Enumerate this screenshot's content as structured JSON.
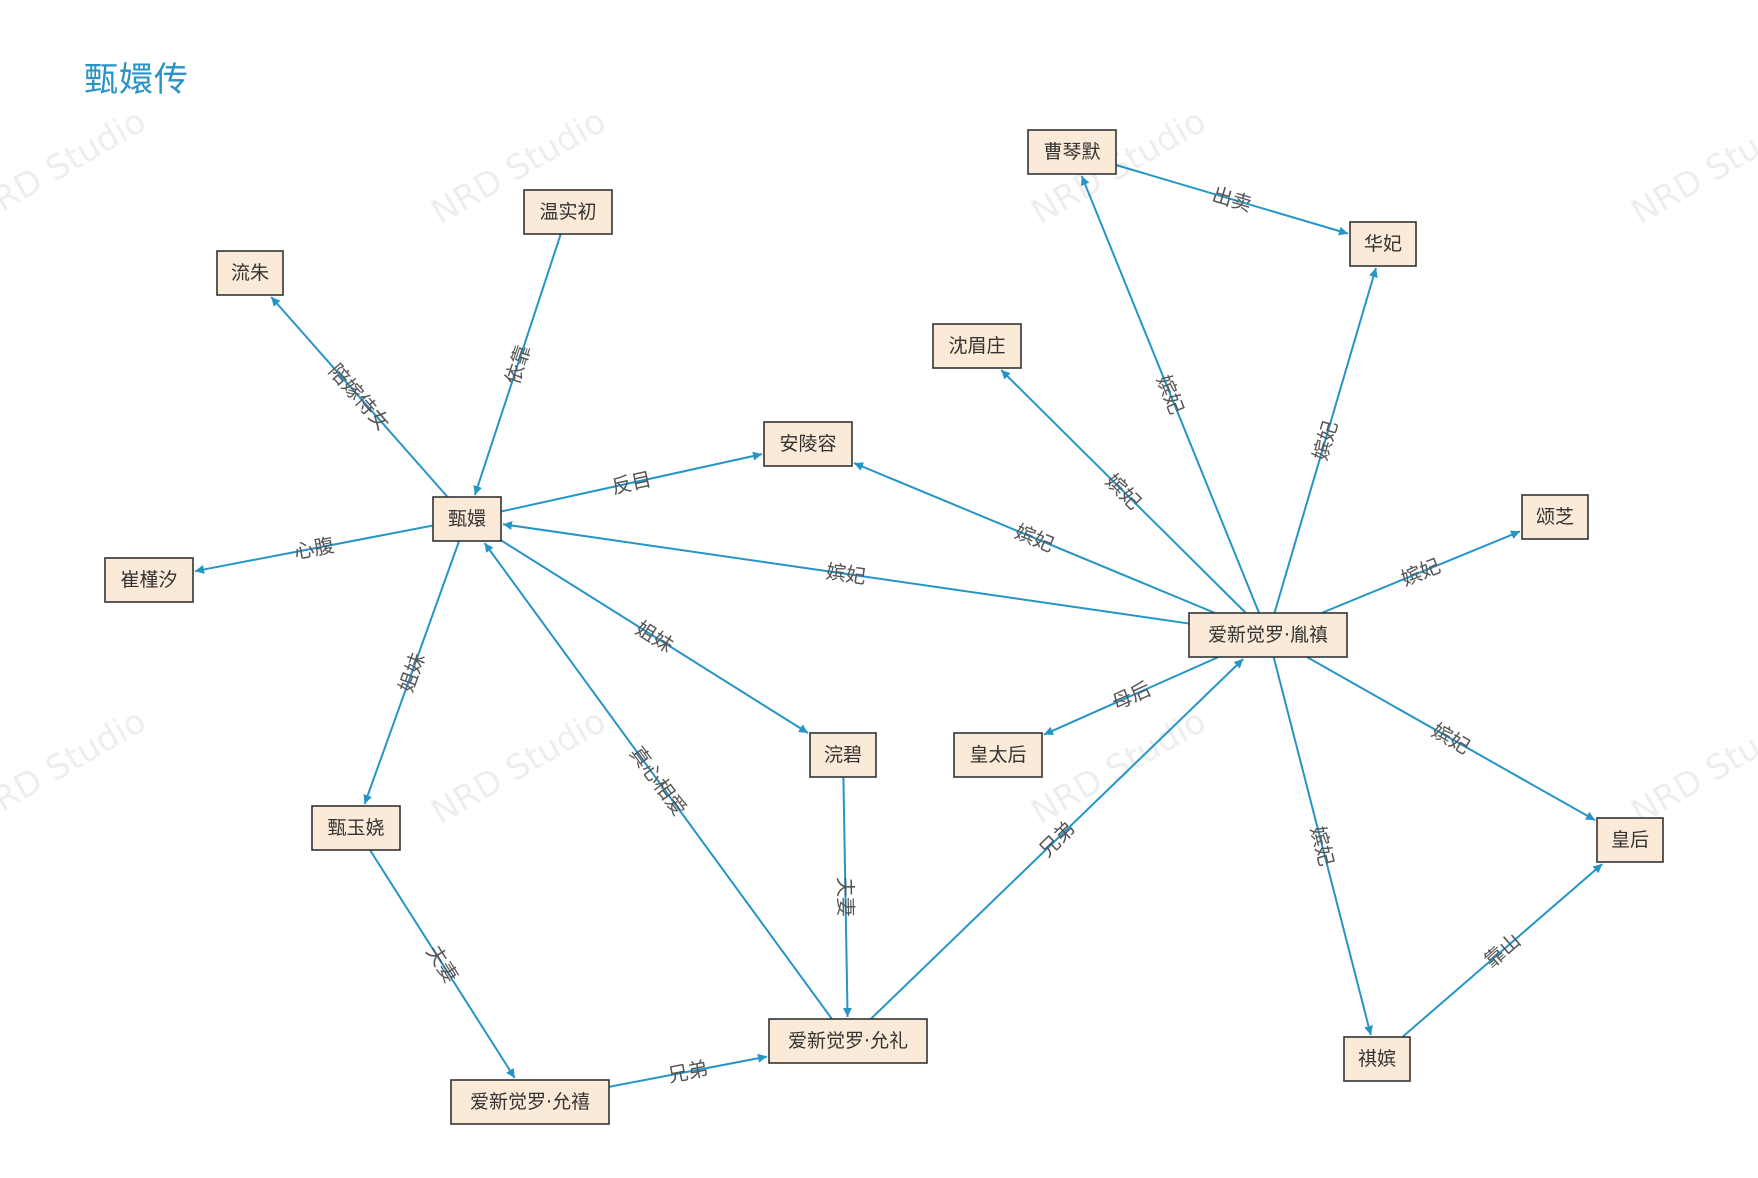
{
  "title": "甄嬛传",
  "watermark": "NRD Studio",
  "colors": {
    "edge": "#2495c6",
    "node_fill": "#fbead8",
    "node_border": "#333333",
    "title": "#2a93c6"
  },
  "nodes": [
    {
      "id": "zhenhuan",
      "label": "甄嬛"
    },
    {
      "id": "wenshichu",
      "label": "温实初"
    },
    {
      "id": "liuzhu",
      "label": "流朱"
    },
    {
      "id": "cuijinxi",
      "label": "崔槿汐"
    },
    {
      "id": "anlingrong",
      "label": "安陵容"
    },
    {
      "id": "zhenyurao",
      "label": "甄玉娆"
    },
    {
      "id": "huanbi",
      "label": "浣碧"
    },
    {
      "id": "yunxi",
      "label": "爱新觉罗·允禧"
    },
    {
      "id": "yunli",
      "label": "爱新觉罗·允礼"
    },
    {
      "id": "caoqinmo",
      "label": "曹琴默"
    },
    {
      "id": "huafei",
      "label": "华妃"
    },
    {
      "id": "shenmeizhuang",
      "label": "沈眉庄"
    },
    {
      "id": "yinzhen",
      "label": "爱新觉罗·胤禛"
    },
    {
      "id": "songzhi",
      "label": "颂芝"
    },
    {
      "id": "huangtaihou",
      "label": "皇太后"
    },
    {
      "id": "huanghou",
      "label": "皇后"
    },
    {
      "id": "qipin",
      "label": "祺嫔"
    }
  ],
  "edges": [
    {
      "from": "wenshichu",
      "to": "zhenhuan",
      "label": "依靠"
    },
    {
      "from": "zhenhuan",
      "to": "liuzhu",
      "label": "陪嫁侍女"
    },
    {
      "from": "zhenhuan",
      "to": "cuijinxi",
      "label": "心腹"
    },
    {
      "from": "zhenhuan",
      "to": "anlingrong",
      "label": "反目"
    },
    {
      "from": "zhenhuan",
      "to": "zhenyurao",
      "label": "姐妹"
    },
    {
      "from": "zhenhuan",
      "to": "huanbi",
      "label": "姐妹"
    },
    {
      "from": "yunli",
      "to": "zhenhuan",
      "label": "真心相爱"
    },
    {
      "from": "zhenyurao",
      "to": "yunxi",
      "label": "夫妻"
    },
    {
      "from": "huanbi",
      "to": "yunli",
      "label": "夫妻"
    },
    {
      "from": "yunxi",
      "to": "yunli",
      "label": "兄弟"
    },
    {
      "from": "yunli",
      "to": "yinzhen",
      "label": "兄弟"
    },
    {
      "from": "yinzhen",
      "to": "zhenhuan",
      "label": "嫔妃"
    },
    {
      "from": "yinzhen",
      "to": "anlingrong",
      "label": "嫔妃"
    },
    {
      "from": "yinzhen",
      "to": "shenmeizhuang",
      "label": "嫔妃"
    },
    {
      "from": "yinzhen",
      "to": "caoqinmo",
      "label": "嫔妃"
    },
    {
      "from": "yinzhen",
      "to": "huafei",
      "label": "嫔妃"
    },
    {
      "from": "yinzhen",
      "to": "songzhi",
      "label": "嫔妃"
    },
    {
      "from": "yinzhen",
      "to": "huangtaihou",
      "label": "母后"
    },
    {
      "from": "yinzhen",
      "to": "huanghou",
      "label": "嫔妃"
    },
    {
      "from": "yinzhen",
      "to": "qipin",
      "label": "嫔妃"
    },
    {
      "from": "caoqinmo",
      "to": "huafei",
      "label": "出卖"
    },
    {
      "from": "qipin",
      "to": "huanghou",
      "label": "靠山"
    }
  ]
}
